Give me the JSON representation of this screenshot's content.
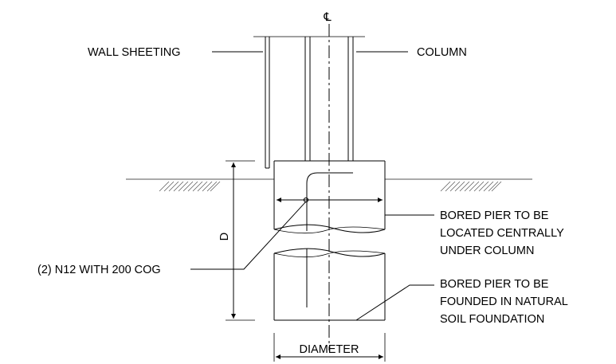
{
  "centerline_symbol": "℄",
  "labels": {
    "wall_sheeting": "WALL SHEETING",
    "column": "COLUMN",
    "depth": "D",
    "bar_note": "(2) N12 WITH 200 COG",
    "pier_location": [
      "BORED PIER TO BE",
      "LOCATED CENTRALLY",
      "UNDER COLUMN"
    ],
    "pier_founding": [
      "BORED PIER TO BE",
      "FOUNDED IN NATURAL",
      "SOIL FOUNDATION"
    ],
    "diameter": "DIAMETER"
  }
}
